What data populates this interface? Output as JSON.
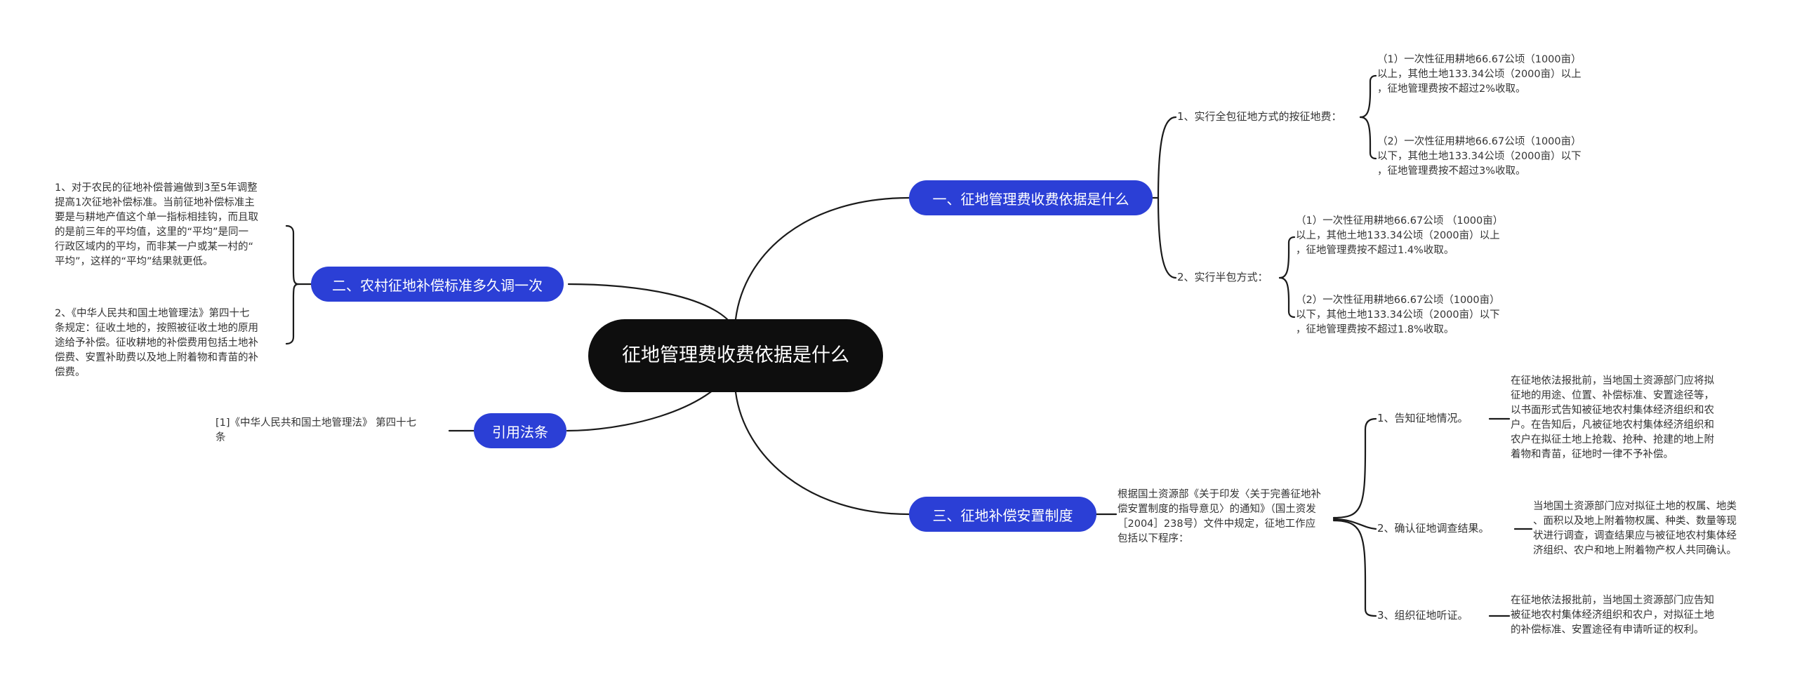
{
  "colors": {
    "root_bg": "#0e0e0e",
    "topic_bg": "#2b3fd6",
    "line": "#1a1a1a",
    "text": "#333333"
  },
  "root": {
    "title": "征地管理费收费依据是什么"
  },
  "topics": {
    "t1": "一、征地管理费收费依据是什么",
    "t2": "二、农村征地补偿标准多久调一次",
    "t3": "三、征地补偿安置制度",
    "t4": "引用法条"
  },
  "t1": {
    "b1": {
      "label": "1、实行全包征地方式的按征地费：",
      "items": [
        "（1）一次性征用耕地66.67公顷（1000亩）\n以上，其他土地133.34公顷（2000亩）以上\n，征地管理费按不超过2%收取。",
        "（2）一次性征用耕地66.67公顷（1000亩）\n以下，其他土地133.34公顷（2000亩）以下\n，征地管理费按不超过3%收取。"
      ]
    },
    "b2": {
      "label": "2、实行半包方式：",
      "items": [
        "（1）一次性征用耕地66.67公顷 （1000亩）\n以上，其他土地133.34公顷（2000亩）以上\n，征地管理费按不超过1.4%收取。",
        "（2）一次性征用耕地66.67公顷（1000亩）\n以下，其他土地133.34公顷（2000亩）以下\n，征地管理费按不超过1.8%收取。"
      ]
    }
  },
  "t2": {
    "items": [
      "1、对于农民的征地补偿普遍做到3至5年调整\n提高1次征地补偿标准。当前征地补偿标准主\n要是与耕地产值这个单一指标相挂钩，而且取\n的是前三年的平均值，这里的“平均”是同一\n行政区域内的平均，而非某一户或某一村的“\n平均”，这样的“平均”结果就更低。",
      "2、《中华人民共和国土地管理法》第四十七\n条规定：征收土地的，按照被征收土地的原用\n途给予补偿。征收耕地的补偿费用包括土地补\n偿费、安置补助费以及地上附着物和青苗的补\n偿费。"
    ]
  },
  "t3": {
    "intro": "根据国土资源部《关于印发〈关于完善征地补\n偿安置制度的指导意见〉的通知》（国土资发\n［2004］238号）文件中规定，征地工作应\n包括以下程序：",
    "steps": [
      {
        "label": "1、告知征地情况。",
        "detail": "在征地依法报批前，当地国土资源部门应将拟\n征地的用途、位置、补偿标准、安置途径等，\n以书面形式告知被征地农村集体经济组织和农\n户。在告知后，凡被征地农村集体经济组织和\n农户在拟征土地上抢栽、抢种、抢建的地上附\n着物和青苗，征地时一律不予补偿。"
      },
      {
        "label": "2、确认征地调查结果。",
        "detail": "当地国土资源部门应对拟征土地的权属、地类\n、面积以及地上附着物权属、种类、数量等现\n状进行调查，调查结果应与被征地农村集体经\n济组织、农户和地上附着物产权人共同确认。"
      },
      {
        "label": "3、组织征地听证。",
        "detail": "在征地依法报批前，当地国土资源部门应告知\n被征地农村集体经济组织和农户，对拟征土地\n的补偿标准、安置途径有申请听证的权利。"
      }
    ]
  },
  "t4": {
    "items": [
      "[1]《中华人民共和国土地管理法》 第四十七\n条"
    ]
  }
}
